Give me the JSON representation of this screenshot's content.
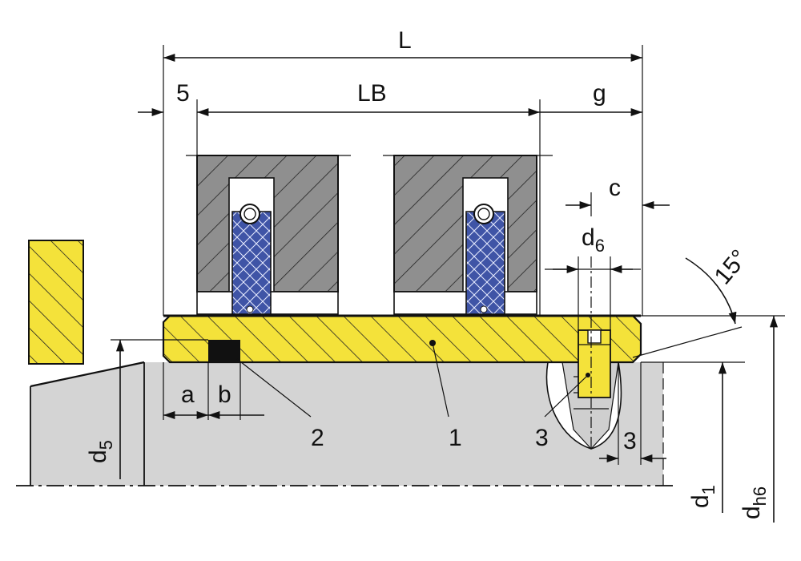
{
  "labels": {
    "L": "L",
    "LB": "LB",
    "five": "5",
    "g": "g",
    "c": "c",
    "d6": "d",
    "d6_sub": "6",
    "angle": "15°",
    "a": "a",
    "b": "b",
    "d5": "d",
    "d5_sub": "5",
    "d1": "d",
    "d1_sub": "1",
    "dh6": "d",
    "dh6_sub": "h6",
    "three_dim": "3",
    "part1": "1",
    "part2": "2",
    "part3": "3"
  },
  "colors": {
    "housing_gray": "#8f8f8f",
    "shaft_gray": "#d4d4d4",
    "sleeve_yellow": "#f4e23a",
    "seal_blue": "#3f54a6",
    "black": "#111111"
  }
}
